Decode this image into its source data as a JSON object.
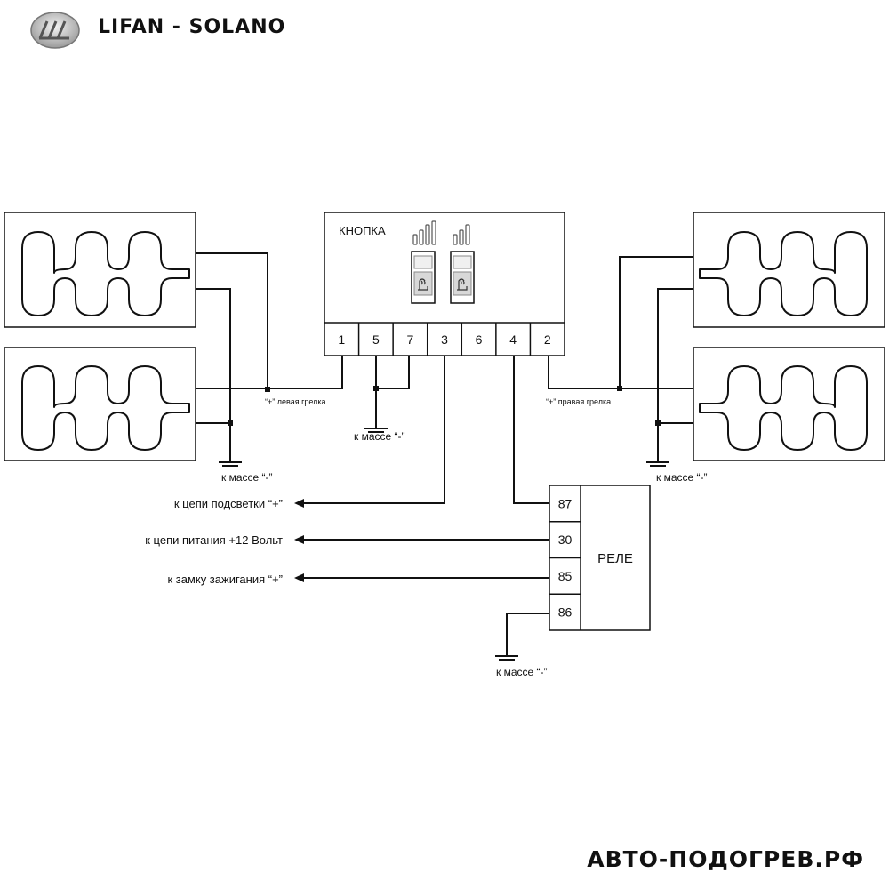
{
  "header": {
    "brand": "LIFAN - SOLANO"
  },
  "footer": {
    "site": "АВТО-ПОДОГРЕВ.РФ"
  },
  "button_block": {
    "title": "КНОПКА",
    "pins": [
      "1",
      "5",
      "7",
      "3",
      "6",
      "4",
      "2"
    ]
  },
  "relay": {
    "title": "РЕЛЕ",
    "pins": [
      "87",
      "30",
      "85",
      "86"
    ]
  },
  "labels": {
    "left_heater_plus": "“+” левая грелка",
    "right_heater_plus": "“+” правая грелка",
    "ground_left": "к массе “-”",
    "ground_center": "к массе “-”",
    "ground_right": "к массе “-”",
    "ground_relay": "к массе “-”",
    "backlight": "к цепи подсветки “+”",
    "power": "к цепи питания +12 Вольт",
    "ignition": "к замку зажигания “+”"
  },
  "icons": [
    "lifan-logo-icon",
    "seat-heater-icon",
    "signal-level-icon",
    "ground-symbol-icon",
    "arrow-left-icon"
  ]
}
